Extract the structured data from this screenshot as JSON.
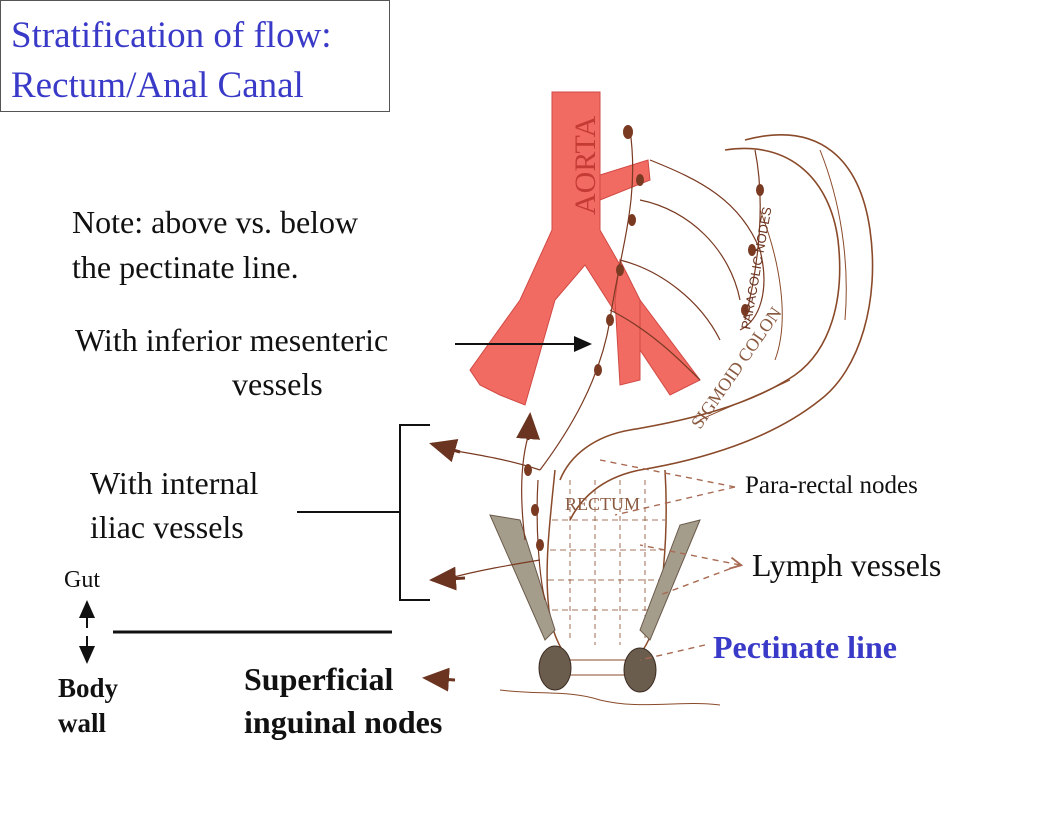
{
  "title": {
    "line1": "Stratification of flow:",
    "line2": "Rectum/Anal Canal"
  },
  "note": {
    "line1": "Note:  above vs. below",
    "line2": "the pectinate line."
  },
  "labels": {
    "inferior_mesenteric_line1": "With inferior mesenteric",
    "inferior_mesenteric_line2": "vessels",
    "internal_iliac_line1": "With internal",
    "internal_iliac_line2": "iliac vessels",
    "gut": "Gut",
    "body_wall_line1": "Body",
    "body_wall_line2": "wall",
    "superficial_line1": "Superficial",
    "superficial_line2": "inguinal nodes",
    "para_rectal": "Para-rectal nodes",
    "lymph_vessels": "Lymph vessels",
    "pectinate": "Pectinate line"
  },
  "illustration_labels": {
    "aorta": "AORTA",
    "paracolic": "PARACOLIC NODES",
    "sigmoid": "SIGMOID COLON",
    "rectum": "RECTUM"
  },
  "colors": {
    "title": "#3a3ac8",
    "pectinate": "#3a3ac8",
    "artery": "#f26b63",
    "line_art": "#8a4a2a",
    "muscle": "#9a9080"
  }
}
